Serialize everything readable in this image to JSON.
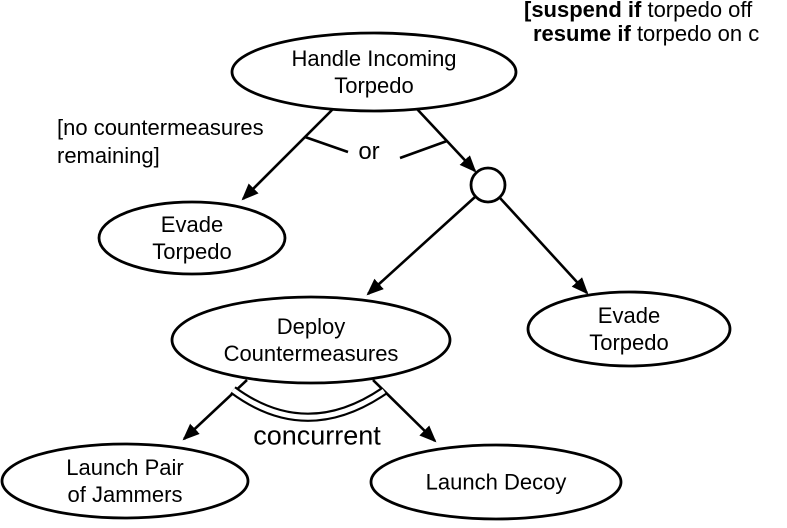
{
  "colors": {
    "ink": "#000000",
    "paper": "#ffffff"
  },
  "suspend_note": {
    "line1_bold": "[suspend if",
    "line1_rest": " torpedo off",
    "line2_bold": "resume if",
    "line2_rest": " torpedo on c"
  },
  "guard_label": {
    "line1": "[no countermeasures",
    "line2": "remaining]"
  },
  "or_label": "or",
  "concurrent_label": "concurrent",
  "nodes": {
    "root": {
      "line1": "Handle Incoming",
      "line2": "Torpedo"
    },
    "evade_left": {
      "line1": "Evade",
      "line2": "Torpedo"
    },
    "deploy": {
      "line1": "Deploy",
      "line2": "Countermeasures"
    },
    "evade_right": {
      "line1": "Evade",
      "line2": "Torpedo"
    },
    "jammers": {
      "line1": "Launch Pair",
      "line2": "of Jammers"
    },
    "decoy": {
      "line1": "Launch Decoy"
    }
  }
}
